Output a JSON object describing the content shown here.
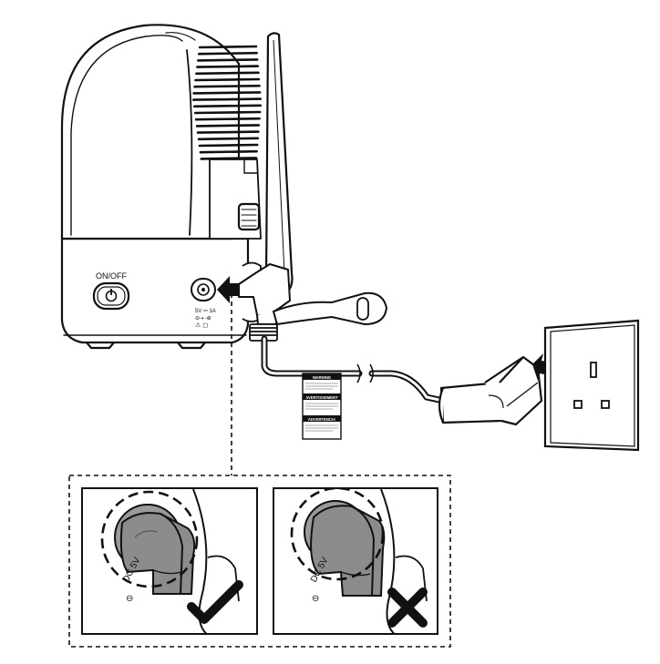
{
  "camera": {
    "power_label": "ON/OFF",
    "rating_label": "5V ⎓ 1A",
    "polarity_label": "⊖-◐-⊕"
  },
  "warning_tag": {
    "lines": [
      "WARNING",
      "AVERTISSEMENT",
      "ADVERTENCIA"
    ]
  },
  "detail_left": {
    "label": "DC 5V",
    "verdict": "correct"
  },
  "detail_right": {
    "label": "DC 5V",
    "verdict": "incorrect"
  },
  "colors": {
    "line": "#111111",
    "plug_fill": "#8c8c8c",
    "plug_shade": "#6e6e6e",
    "panel_bg": "#ffffff"
  }
}
